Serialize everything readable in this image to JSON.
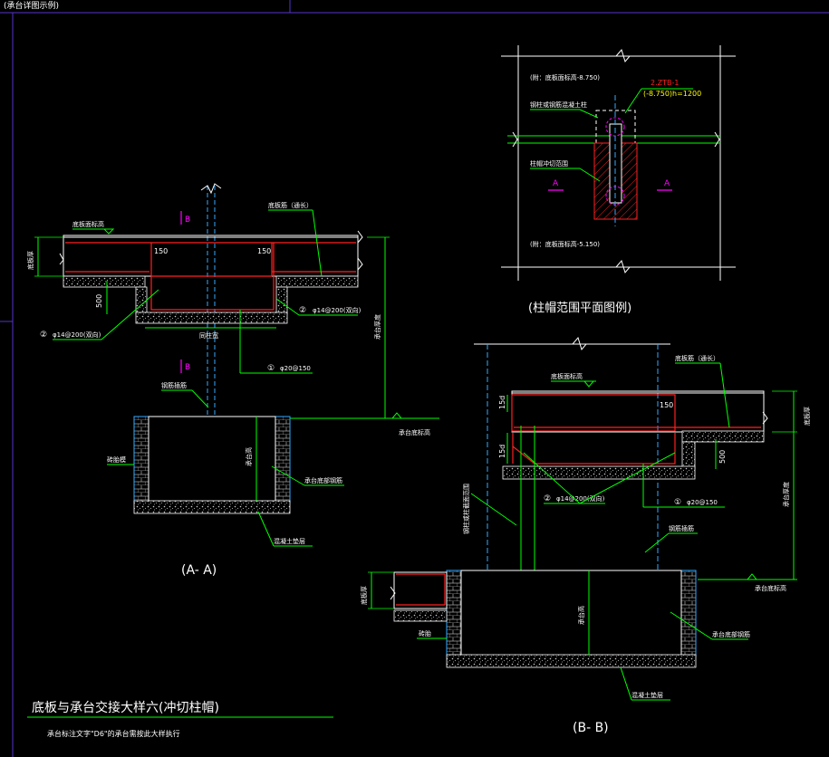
{
  "colors": {
    "background": "#000000",
    "white": "#ffffff",
    "green": "#00ff00",
    "red": "#ff2020",
    "cyan": "#33aaff",
    "magenta": "#ff00ff",
    "yellow": "#ffff00",
    "border": "#5533cc"
  },
  "top_label": "(承台详图示例)",
  "aa": {
    "title": "(A- A)",
    "floor_slab_top": "底板面标高",
    "floor_slab_thick_label": "底板厚",
    "floor_slab_bar": "底板筋（通长）",
    "dim_500": "500",
    "dim_150_left": "150",
    "dim_150_right": "150",
    "bar_2": "②",
    "bar_2_text": "φ14@200(双向)",
    "bar_2_right": "②",
    "bar_2_right_text": "φ14@200(双向)",
    "bar_1": "①",
    "bar_1_text": "φ20@150",
    "cap_width": "同柱宽",
    "section_b_top": "B",
    "section_b_bot": "B",
    "column_bar": "钢筋插筋",
    "brick_wall": "砖胎模",
    "cap_height": "承台高",
    "cap_bar": "承台底部钢筋",
    "cushion": "混凝土垫层",
    "cap_depth": "承台厚度",
    "cap_bottom_level": "承台底标高"
  },
  "plan": {
    "top_level": "(附：底板面标高-8.750)",
    "bottom_level": "(附：底板面标高-5.150)",
    "label_1": "2.ZTB-1",
    "label_2": "(-8.750)h=1200",
    "label_3": "钢柱或钢筋混凝土柱",
    "label_4": "柱帽冲切范围",
    "section_a_left": "A",
    "section_a_right": "A",
    "caption": "(柱帽范围平面图例)"
  },
  "bb": {
    "title": "(B- B)",
    "floor_slab_top": "底板面标高",
    "floor_slab_bar": "底板筋（通长）",
    "dim_15d_top": "15d",
    "dim_15d_bot": "15d",
    "dim_150": "150",
    "dim_500": "500",
    "bar_2": "②",
    "bar_2_text": "φ14@200(双向)",
    "bar_1": "①",
    "bar_1_text": "φ20@150",
    "column_range": "钢柱或柱截面范围",
    "column_bar": "钢筋插筋",
    "floor_thick": "底板厚",
    "cap_depth": "承台厚度",
    "cap_height": "承台高",
    "cap_bar": "承台底部钢筋",
    "brick_wall": "砖胎",
    "cushion": "混凝土垫层",
    "cap_bottom_level": "承台底标高",
    "left_floor_thick": "底板厚"
  },
  "footer": {
    "title": "底板与承台交接大样六(冲切柱帽)",
    "note": "承台标注文字\"D6\"的承台需按此大样执行"
  }
}
